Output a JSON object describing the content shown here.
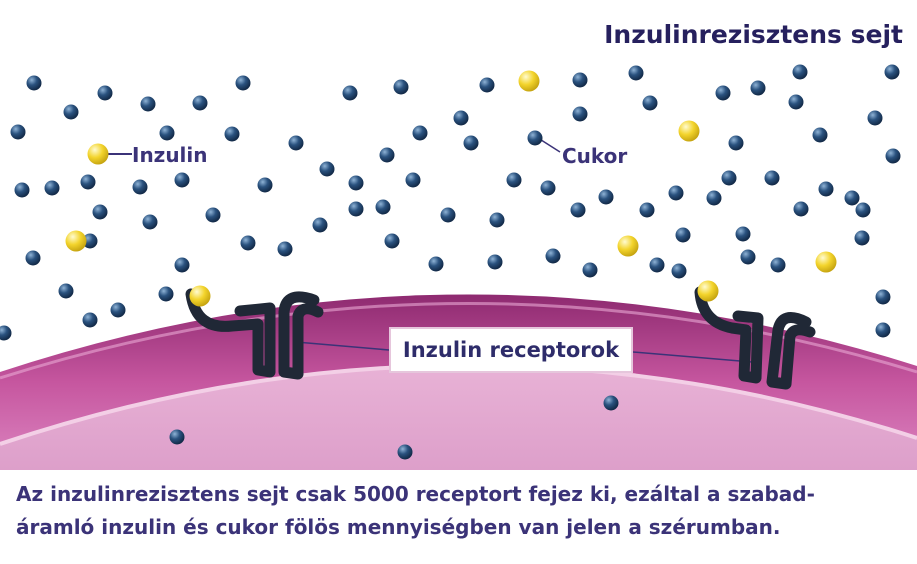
{
  "title": "Inzulinrezisztens sejt",
  "labels": {
    "insulin": "Inzulin",
    "sugar": "Cukor",
    "receptors": "Inzulin receptorok"
  },
  "caption": {
    "line1": "Az inzulinrezisztens sejt csak 5000 receptort fejez ki, ezáltal a szabad-",
    "line2": "áramló inzulin és cukor fölös mennyiségben van jelen a szérumban."
  },
  "colors": {
    "membrane_outer": "#a0347e",
    "membrane_mid": "#d27cb8",
    "cytoplasm": "#e3a6cf",
    "sugar_dot": "#1f3e66",
    "insulin_dot": "#f1d22c",
    "receptor": "#202836",
    "text": "#3b3378"
  }
}
